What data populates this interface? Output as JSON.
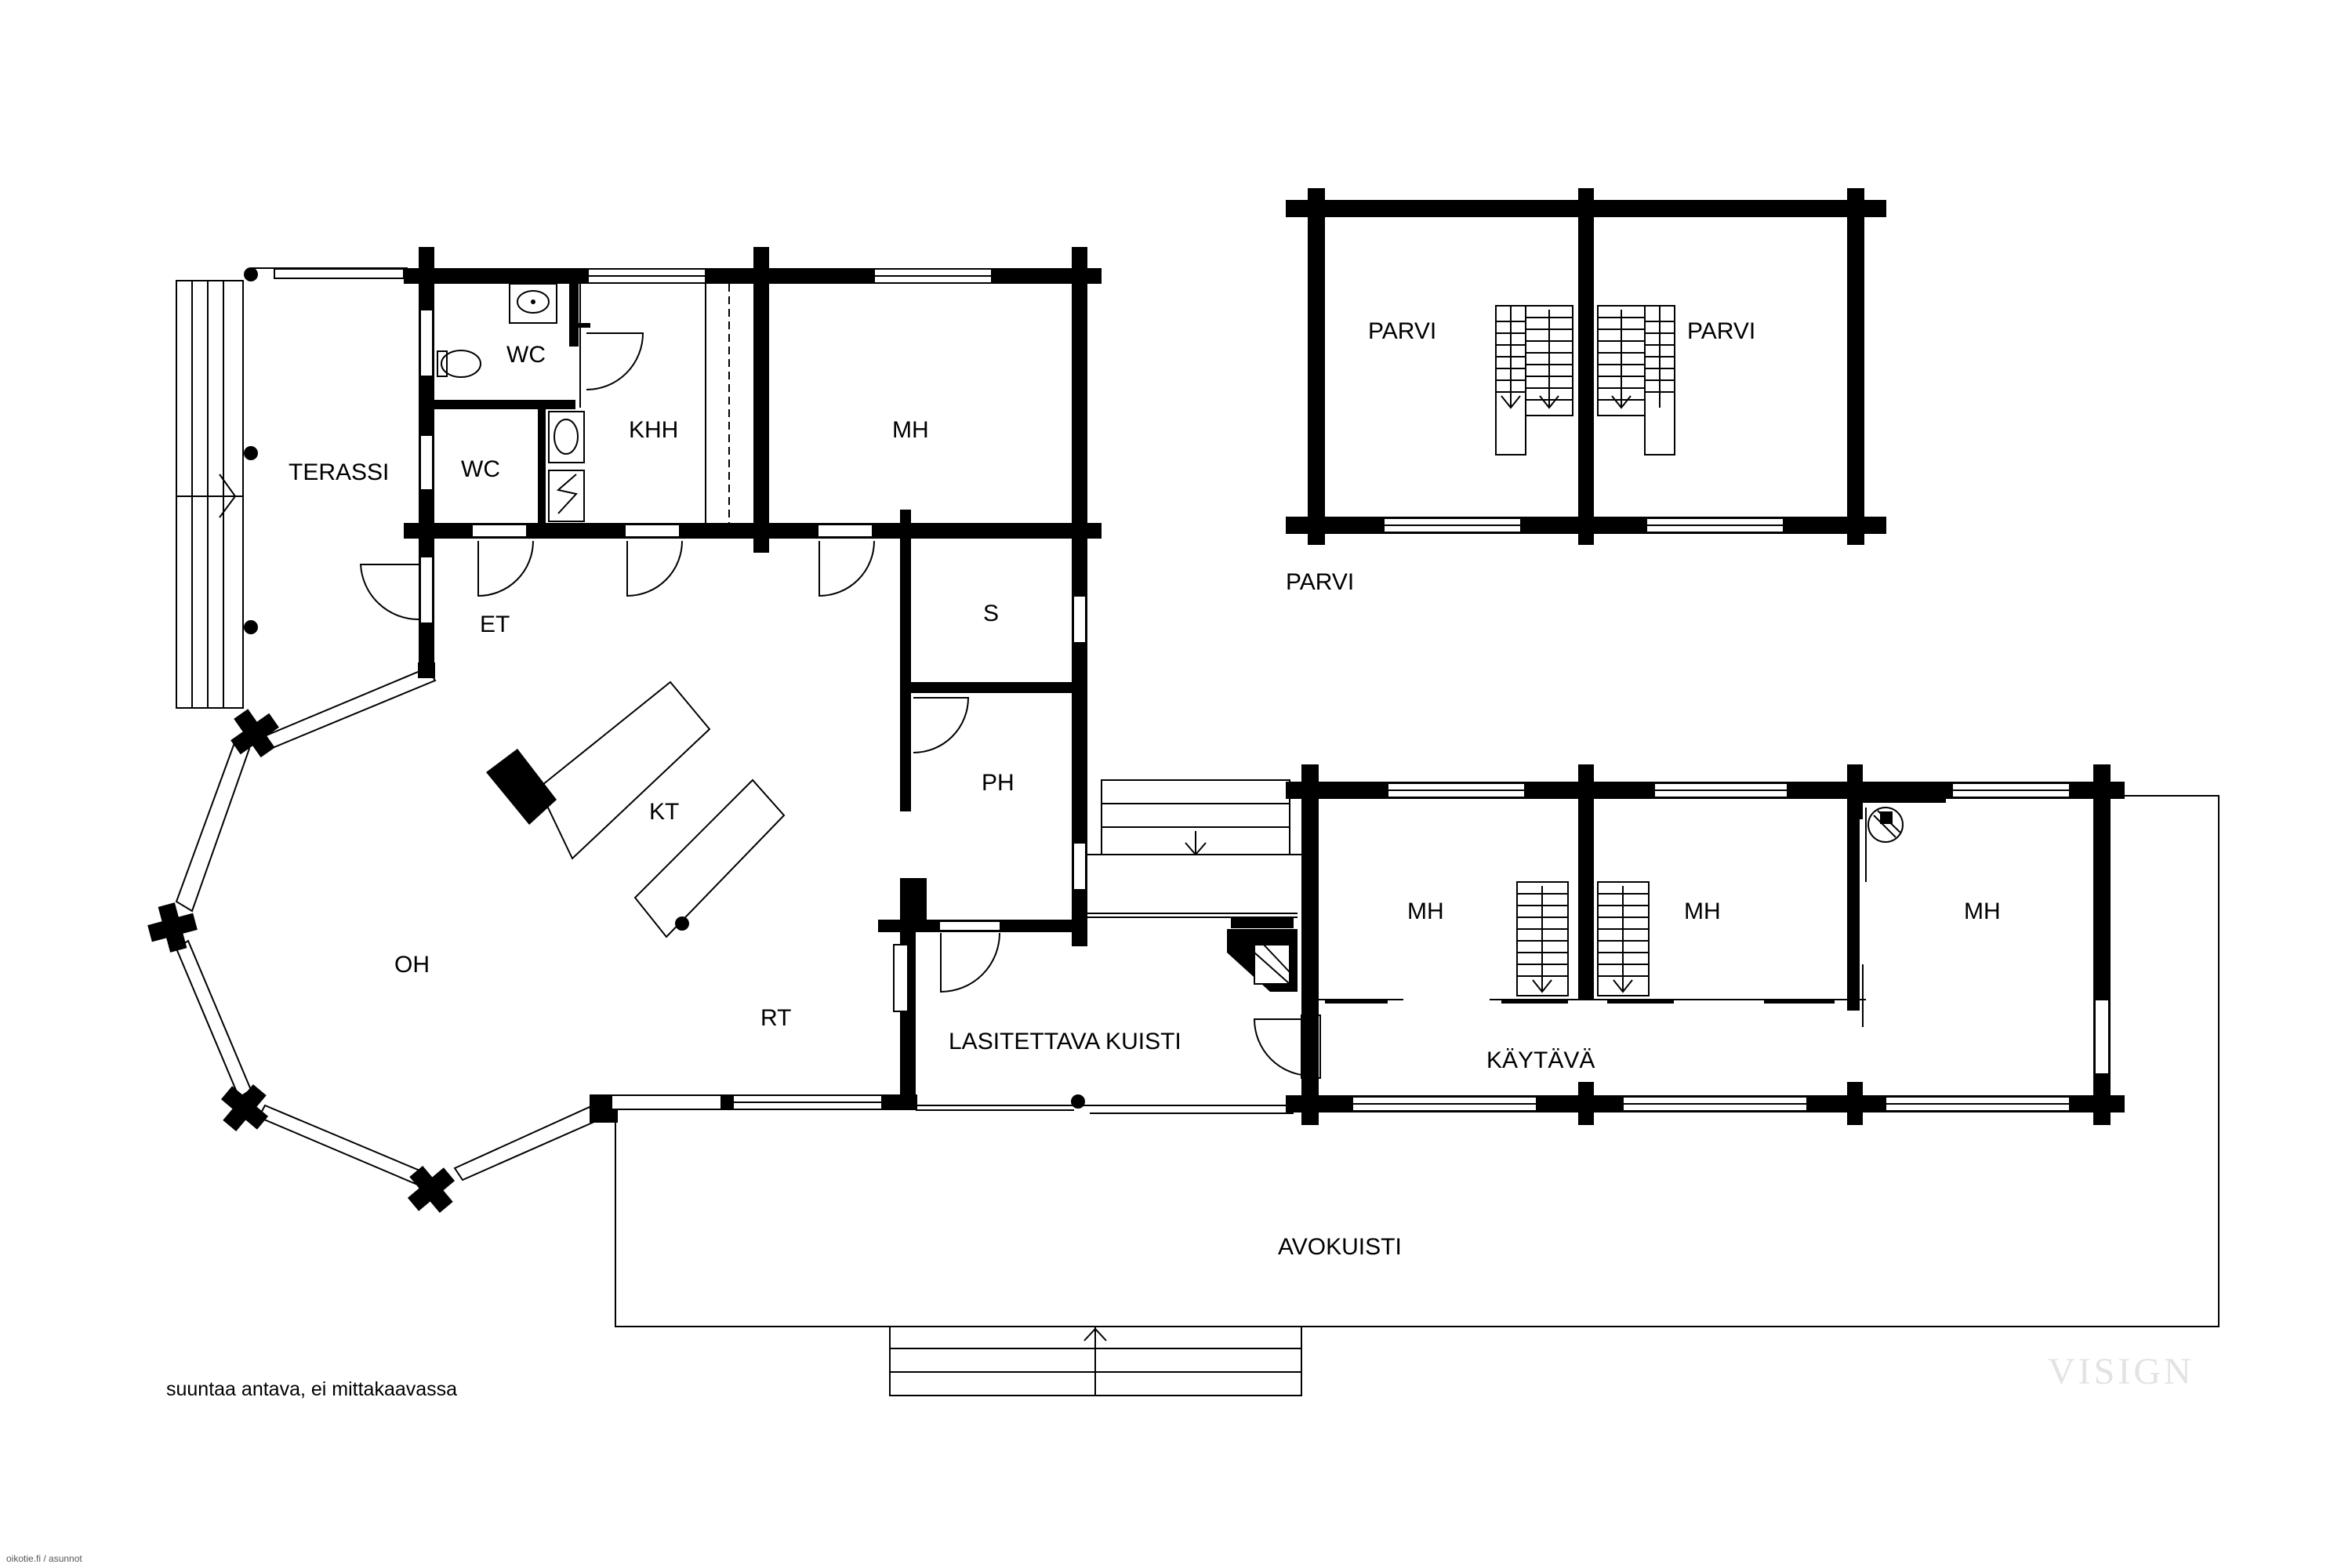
{
  "rooms": {
    "terassi": "TERASSI",
    "wc_upper": "WC",
    "wc_lower": "WC",
    "khh": "KHH",
    "mh_top": "MH",
    "et": "ET",
    "s": "S",
    "ph": "PH",
    "kt": "KT",
    "oh": "OH",
    "rt": "RT",
    "lasitettava_kuisti": "LASITETTAVA KUISTI",
    "mh_left": "MH",
    "mh_middle": "MH",
    "mh_right": "MH",
    "kaytava": "KÄYTÄVÄ",
    "avokuisti": "AVOKUISTI",
    "parvi_left": "PARVI",
    "parvi_right": "PARVI"
  },
  "loft_label": "PARVI",
  "note": "suuntaa antava, ei mittakaavassa",
  "watermark": "VISIGN",
  "credit": "oikotie.fi / asunnot"
}
